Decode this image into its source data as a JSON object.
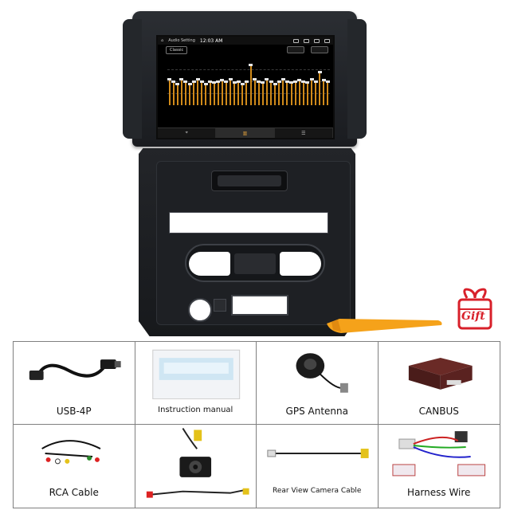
{
  "screen": {
    "status_title": "Audio Setting",
    "status_time": "12:03 AM",
    "eq_preset": "Classic",
    "eq_band_levels": [
      0.55,
      0.5,
      0.45,
      0.55,
      0.5,
      0.45,
      0.5,
      0.55,
      0.5,
      0.45,
      0.5,
      0.48,
      0.5,
      0.52,
      0.5,
      0.55,
      0.48,
      0.5,
      0.45,
      0.5,
      0.85,
      0.55,
      0.5,
      0.48,
      0.55,
      0.5,
      0.45,
      0.5,
      0.55,
      0.5,
      0.48,
      0.5,
      0.52,
      0.5,
      0.48,
      0.55,
      0.5,
      0.7,
      0.52,
      0.5
    ]
  },
  "accessories": [
    {
      "label": "USB-4P",
      "icon": "usb-cable-icon"
    },
    {
      "label": "Instruction manual",
      "icon": "manual-icon"
    },
    {
      "label": "GPS Antenna",
      "icon": "gps-antenna-icon"
    },
    {
      "label": "CANBUS",
      "icon": "canbus-box-icon"
    },
    {
      "label": "RCA Cable",
      "icon": "rca-cable-icon"
    },
    {
      "label": "",
      "icon": "rear-camera-icon"
    },
    {
      "label": "Rear View Camera Cable",
      "icon": "camera-cable-icon"
    },
    {
      "label": "Harness Wire",
      "icon": "harness-wire-icon"
    }
  ],
  "gift": {
    "label": "Gift",
    "color": "#d8202a"
  },
  "colors": {
    "eq_bar": "#d08a1a",
    "pry_tool": "#f5a21a"
  }
}
